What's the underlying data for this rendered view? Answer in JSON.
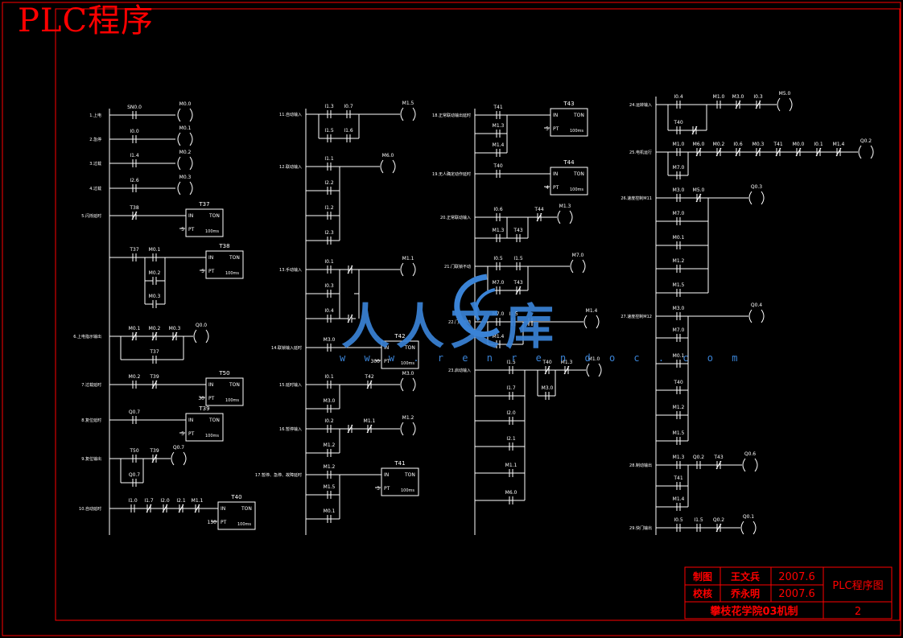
{
  "header": {
    "title": "PLC程序"
  },
  "title_block": {
    "drawn_by_label": "制图",
    "drawn_by": "王文兵",
    "drawn_date": "2007.6",
    "checked_label": "校核",
    "checked_by": "乔永明",
    "checked_date": "2007.6",
    "drawing_name": "PLC程序图",
    "school": "攀枝花学院03机制",
    "sheet": "2"
  },
  "watermark": {
    "text": "人人文库",
    "url": "w w w . r e n r e n d o c . c o m"
  },
  "colors": {
    "background": "#000000",
    "frame": "#ff0000",
    "wire": "#ffffff",
    "watermark": "#3a83d6"
  },
  "rungs": {
    "col1": [
      {
        "label": "1.上电",
        "contacts": [
          "SN0.0"
        ],
        "output": "M0.0"
      },
      {
        "label": "2.急停",
        "contacts": [
          "I0.0"
        ],
        "output": "M0.1"
      },
      {
        "label": "3.过载",
        "contacts": [
          "I1.4"
        ],
        "output": "M0.2"
      },
      {
        "label": "4.过载",
        "contacts": [
          "I2.6"
        ],
        "output": "M0.3"
      },
      {
        "label": "5.闪烁延时",
        "contacts": [
          "T38"
        ],
        "timer": "T37",
        "pt": "5"
      },
      {
        "contacts": [
          "T37",
          "M0.1",
          "M0.2",
          "M0.3"
        ],
        "timer": "T38",
        "pt": "5"
      },
      {
        "label": "6.上电指示输出",
        "contacts": [
          "M0.1",
          "M0.2",
          "M0.3",
          "T37"
        ],
        "output": "Q0.0"
      },
      {
        "label": "7.过载延时",
        "contacts": [
          "M0.2",
          "T39"
        ],
        "timer": "T50",
        "pt": "30"
      },
      {
        "label": "8.复位延时",
        "contacts": [
          "Q0.7"
        ],
        "timer": "T39",
        "pt": "5"
      },
      {
        "label": "9.复位输出",
        "contacts": [
          "T50",
          "T39",
          "Q0.7"
        ],
        "output": "Q0.7"
      },
      {
        "label": "10.自动延时",
        "contacts": [
          "I1.0",
          "I1.7",
          "I2.0",
          "I2.1",
          "M1.1"
        ],
        "timer": "T40",
        "pt": "150"
      }
    ],
    "col2": [
      {
        "label": "11.自动输入",
        "contacts": [
          "I1.3",
          "I0.7",
          "I1.5",
          "I1.6"
        ],
        "output": "M1.5"
      },
      {
        "label": "12.联动输入",
        "contacts": [
          "I1.1",
          "I2.2",
          "I1.2",
          "I2.3"
        ],
        "output": "M6.0"
      },
      {
        "label": "13.手动输入",
        "contacts": [
          "I0.1",
          "I0.3",
          "I0.4"
        ],
        "output": "M1.1"
      },
      {
        "label": "14.联锁输入延时",
        "contacts": [
          "M3.0"
        ],
        "timer": "T42",
        "pt": "300"
      },
      {
        "label": "15.延时输入",
        "contacts": [
          "I0.1",
          "T42",
          "M3.0"
        ],
        "output": "M3.0"
      },
      {
        "label": "16.暂停输入",
        "contacts": [
          "I0.2",
          "M1.1",
          "M1.2"
        ],
        "output": "M1.2"
      },
      {
        "label": "17.暂停、急停、故障延时",
        "contacts": [
          "M1.2",
          "M1.5",
          "M0.1"
        ],
        "timer": "T41",
        "pt": "3"
      }
    ],
    "col3": [
      {
        "label": "18.正常联动输出延时",
        "contacts": [
          "T41",
          "M1.3",
          "M1.4"
        ],
        "timer": "T43",
        "pt": "5"
      },
      {
        "label": "19.无人确定动作延时",
        "contacts": [
          "T40"
        ],
        "timer": "T44",
        "pt": "4"
      },
      {
        "label": "20.正常联动输入",
        "contacts": [
          "I0.6",
          "T44",
          "M1.3",
          "T43"
        ],
        "output": "M1.3"
      },
      {
        "label": "21.门联锁不动",
        "contacts": [
          "I0.5",
          "I1.5",
          "M7.0",
          "T43"
        ],
        "output": "M7.0"
      },
      {
        "label": "22.门联锁动",
        "contacts": [
          "M7.0",
          "I1.5",
          "M1.4"
        ],
        "output": "M1.4"
      },
      {
        "label": "23.启动输入",
        "contacts": [
          "I1.5",
          "T40",
          "M1.3",
          "M3.0",
          "I1.7",
          "I2.0",
          "I2.1",
          "M1.1",
          "M6.0"
        ],
        "output": "M1.0"
      }
    ],
    "col4": [
      {
        "label": "24.运转输入",
        "contacts": [
          "I0.4",
          "M1.0",
          "M3.0",
          "I0.3",
          "M5.0",
          "T40"
        ],
        "output": "M5.0"
      },
      {
        "label": "25.电机运行",
        "contacts": [
          "M1.0",
          "M6.0",
          "M0.2",
          "I0.6",
          "M0.3",
          "T41",
          "M0.0",
          "I0.1",
          "M1.4",
          "M7.0"
        ],
        "output": "Q0.2"
      },
      {
        "label": "26.速度控制M11",
        "contacts": [
          "M3.0",
          "M5.0",
          "M7.0",
          "M0.1",
          "M1.2",
          "M1.5"
        ],
        "output": "Q0.3"
      },
      {
        "label": "27.速度控制M12",
        "contacts": [
          "M3.0",
          "M7.0",
          "M0.1",
          "T40",
          "M1.2",
          "M1.5"
        ],
        "output": "Q0.4"
      },
      {
        "label": "28.制动输出",
        "contacts": [
          "M1.3",
          "Q0.2",
          "T43",
          "T41",
          "M1.4"
        ],
        "output": "Q0.6"
      },
      {
        "label": "29.快门输出",
        "contacts": [
          "I0.5",
          "I1.5",
          "Q0.2"
        ],
        "output": "Q0.1"
      }
    ]
  }
}
